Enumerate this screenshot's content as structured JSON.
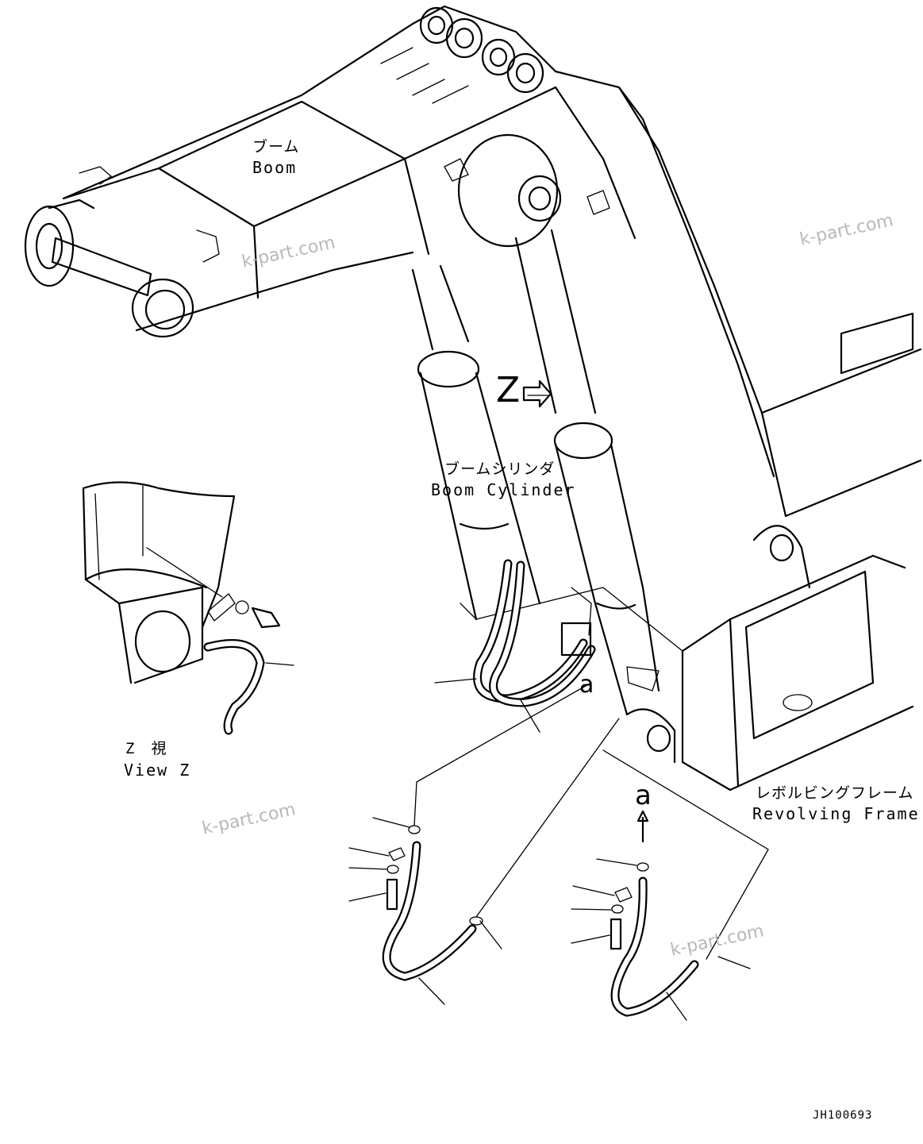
{
  "labels": {
    "boom_jp": "ブーム",
    "boom_en": "Boom",
    "cylinder_jp": "ブームシリンダ",
    "cylinder_en": "Boom Cylinder",
    "frame_jp": "レボルビングフレーム",
    "frame_en": "Revolving Frame",
    "view_jp": "Z　視",
    "view_en": "View Z",
    "z_marker": "Z",
    "a_marker_detail": "a",
    "a_marker_arrow": "a",
    "drawing_code": "JH100693"
  },
  "watermarks": [
    "k-part.com",
    "k-part.com",
    "k-part.com",
    "k-part.com"
  ]
}
